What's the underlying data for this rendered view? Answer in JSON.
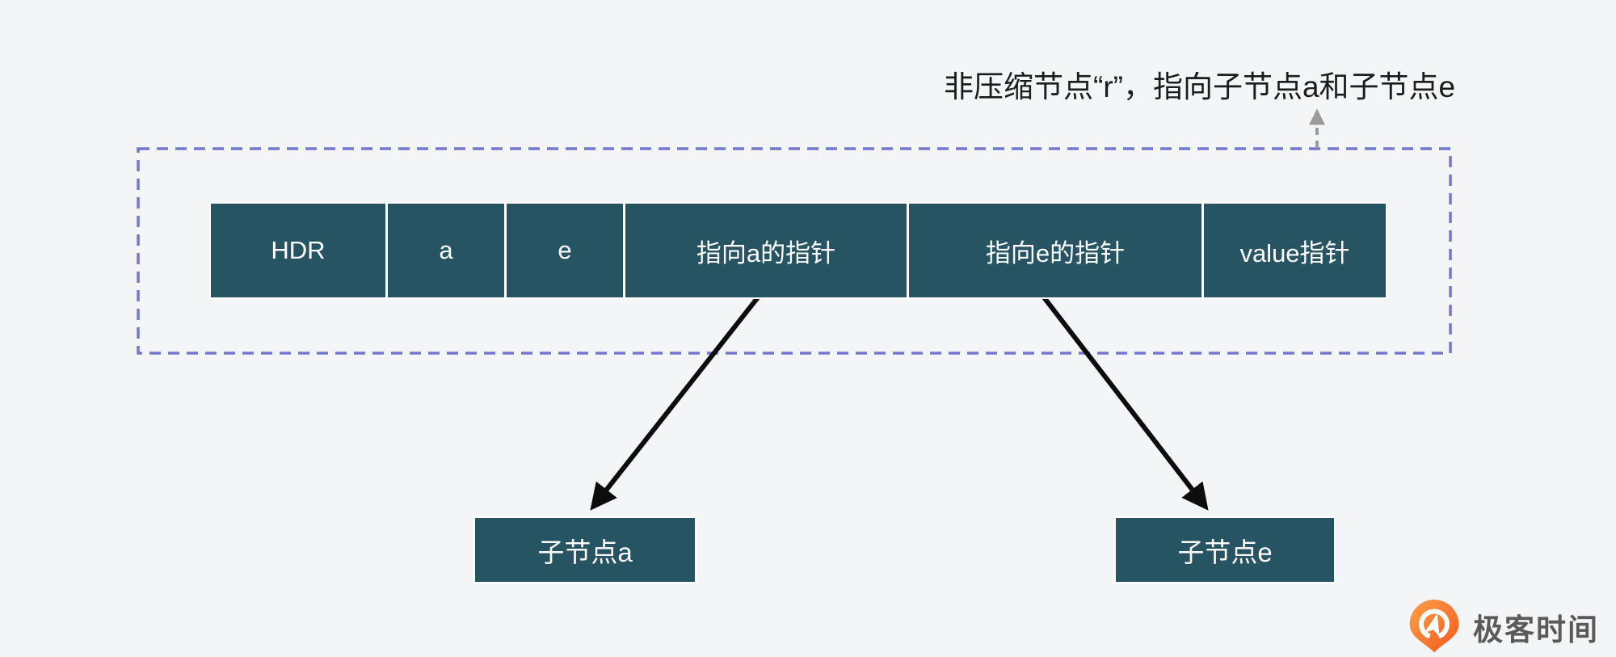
{
  "canvas": {
    "background": "#f4f5f7"
  },
  "annotation": {
    "text": "非压缩节点“r”，指向子节点a和子节点e"
  },
  "node_row": {
    "cells": [
      "HDR",
      "a",
      "e",
      "指向a的指针",
      "指向e的指针",
      "value指针"
    ]
  },
  "child_nodes": {
    "a": "子节点a",
    "e": "子节点e"
  },
  "logo": {
    "text": "极客时间"
  },
  "colors": {
    "background": "#f4f5f7",
    "cell_fill": "#265463",
    "cell_text": "#ffffff",
    "dashed_border": "#7477cf",
    "arrow": "#0d0d0d",
    "annotation_arrow": "#9b9b9b",
    "annotation_text": "#1c1c1c",
    "logo_text": "#5a5a5a",
    "logo_orange": "#f4581c"
  }
}
